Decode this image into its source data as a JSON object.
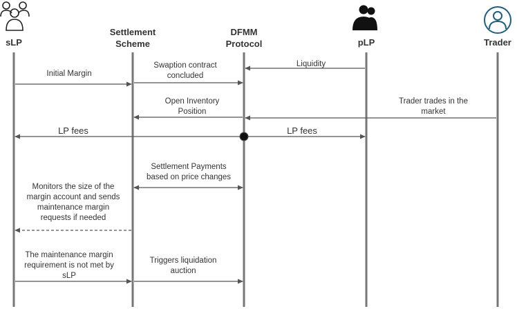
{
  "actors": {
    "slp": "sLP",
    "settlement_line1": "Settlement",
    "settlement_line2": "Scheme",
    "dfmm_line1": "DFMM",
    "dfmm_line2": "Protocol",
    "plp": "pLP",
    "trader": "Trader"
  },
  "messages": {
    "initial_margin": "Initial Margin",
    "swaption_line1": "Swaption contract",
    "swaption_line2": "concluded",
    "liquidity": "Liquidity",
    "open_inventory_line1": "Open Inventory",
    "open_inventory_line2": "Position",
    "trader_trades_line1": "Trader trades in the",
    "trader_trades_line2": "market",
    "lp_fees_left": "LP fees",
    "lp_fees_right": "LP fees",
    "settlement_payments_line1": "Settlement Payments",
    "settlement_payments_line2": "based on price changes",
    "monitors_line1": "Monitors the size of the",
    "monitors_line2": "margin account and sends",
    "monitors_line3": "maintenance margin",
    "monitors_line4": "requests if needed",
    "maintenance_line1": "The maintenance margin",
    "maintenance_line2": "requirement is not met by",
    "maintenance_line3": "sLP",
    "triggers_line1": "Triggers liquidation",
    "triggers_line2": "auction"
  },
  "icons": {
    "slp": "users-outline-icon",
    "plp": "users-filled-icon",
    "trader": "user-circle-icon"
  },
  "colors": {
    "lifeline": "#777777",
    "arrow": "#555555",
    "text": "#333333",
    "trader_icon": "#1f5f7a",
    "node": "#111111"
  }
}
